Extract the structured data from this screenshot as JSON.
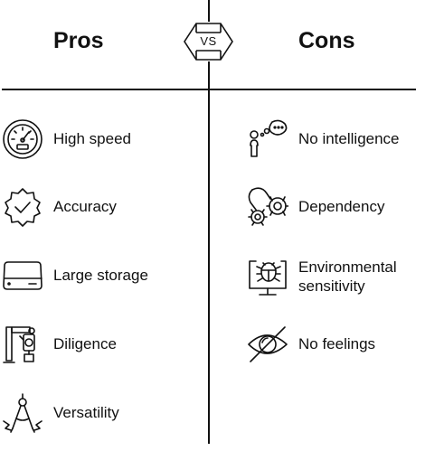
{
  "pros": {
    "title": "Pros",
    "items": [
      {
        "label": "High speed",
        "icon": "speedometer-icon"
      },
      {
        "label": "Accuracy",
        "icon": "verified-badge-icon"
      },
      {
        "label": "Large storage",
        "icon": "hard-drive-icon"
      },
      {
        "label": "Diligence",
        "icon": "robot-arm-icon"
      },
      {
        "label": "Versatility",
        "icon": "compass-icon"
      }
    ]
  },
  "cons": {
    "title": "Cons",
    "items": [
      {
        "label": "No intelligence",
        "icon": "thinking-person-icon"
      },
      {
        "label": "Dependency",
        "icon": "linked-gears-icon"
      },
      {
        "label": "Environmental",
        "label2": "sensitivity",
        "icon": "monitor-bug-icon"
      },
      {
        "label": "No feelings",
        "icon": "eye-slash-icon"
      }
    ]
  },
  "badge": {
    "label": "VS"
  },
  "colors": {
    "ink": "#111111",
    "background": "#ffffff"
  }
}
